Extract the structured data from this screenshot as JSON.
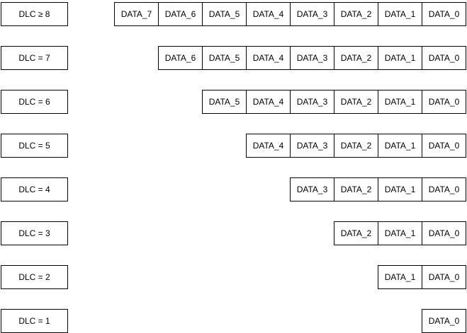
{
  "rows": [
    {
      "dlc_label": "DLC ≥ 8",
      "data_bytes": [
        "DATA_7",
        "DATA_6",
        "DATA_5",
        "DATA_4",
        "DATA_3",
        "DATA_2",
        "DATA_1",
        "DATA_0"
      ]
    },
    {
      "dlc_label": "DLC = 7",
      "data_bytes": [
        "DATA_6",
        "DATA_5",
        "DATA_4",
        "DATA_3",
        "DATA_2",
        "DATA_1",
        "DATA_0"
      ]
    },
    {
      "dlc_label": "DLC = 6",
      "data_bytes": [
        "DATA_5",
        "DATA_4",
        "DATA_3",
        "DATA_2",
        "DATA_1",
        "DATA_0"
      ]
    },
    {
      "dlc_label": "DLC = 5",
      "data_bytes": [
        "DATA_4",
        "DATA_3",
        "DATA_2",
        "DATA_1",
        "DATA_0"
      ]
    },
    {
      "dlc_label": "DLC = 4",
      "data_bytes": [
        "DATA_3",
        "DATA_2",
        "DATA_1",
        "DATA_0"
      ]
    },
    {
      "dlc_label": "DLC = 3",
      "data_bytes": [
        "DATA_2",
        "DATA_1",
        "DATA_0"
      ]
    },
    {
      "dlc_label": "DLC = 2",
      "data_bytes": [
        "DATA_1",
        "DATA_0"
      ]
    },
    {
      "dlc_label": "DLC = 1",
      "data_bytes": [
        "DATA_0"
      ]
    }
  ]
}
